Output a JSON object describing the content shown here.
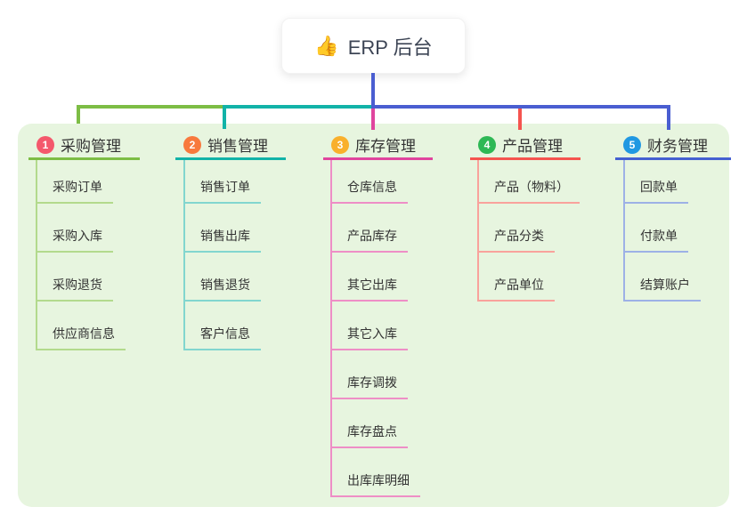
{
  "root": {
    "emoji": "👍",
    "label": "ERP 后台"
  },
  "panel_color": "#e7f5df",
  "connector_color": "#4a5ed1",
  "branches": [
    {
      "index": "1",
      "title": "采购管理",
      "badge_color": "#f4586c",
      "line_color": "#7dbd45",
      "child_line_color": "#b3da8d",
      "children": [
        "采购订单",
        "采购入库",
        "采购退货",
        "供应商信息"
      ]
    },
    {
      "index": "2",
      "title": "销售管理",
      "badge_color": "#f8793d",
      "line_color": "#12b3a8",
      "child_line_color": "#82d6cf",
      "children": [
        "销售订单",
        "销售出库",
        "销售退货",
        "客户信息"
      ]
    },
    {
      "index": "3",
      "title": "库存管理",
      "badge_color": "#f9b02c",
      "line_color": "#e0459e",
      "child_line_color": "#ee8ec6",
      "children": [
        "仓库信息",
        "产品库存",
        "其它出库",
        "其它入库",
        "库存调拨",
        "库存盘点",
        "出库库明细"
      ]
    },
    {
      "index": "4",
      "title": "产品管理",
      "badge_color": "#2eb855",
      "line_color": "#f5544f",
      "child_line_color": "#f9a29c",
      "children": [
        "产品（物料）",
        "产品分类",
        "产品单位"
      ]
    },
    {
      "index": "5",
      "title": "财务管理",
      "badge_color": "#2098e2",
      "line_color": "#4560d1",
      "child_line_color": "#9db1e6",
      "children": [
        "回款单",
        "付款单",
        "结算账户"
      ]
    }
  ]
}
